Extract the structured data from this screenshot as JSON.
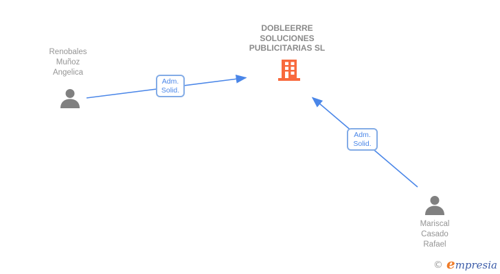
{
  "diagram": {
    "company": {
      "name": "DOBLEERRE SOLUCIONES PUBLICITARIAS SL",
      "name_lines": [
        "DOBLEERRE",
        "SOLUCIONES",
        "PUBLICITARIAS SL"
      ],
      "icon": "building-icon"
    },
    "persons": [
      {
        "name": "Renobales Muñoz Angelica",
        "name_lines": [
          "Renobales",
          "Muñoz",
          "Angelica"
        ],
        "icon": "person-icon"
      },
      {
        "name": "Mariscal Casado Rafael",
        "name_lines": [
          "Mariscal",
          "Casado",
          "Rafael"
        ],
        "icon": "person-icon"
      }
    ],
    "edges": [
      {
        "from": "Renobales Muñoz Angelica",
        "to": "DOBLEERRE SOLUCIONES PUBLICITARIAS SL",
        "label_lines": [
          "Adm.",
          "Solid."
        ]
      },
      {
        "from": "Mariscal Casado Rafael",
        "to": "DOBLEERRE SOLUCIONES PUBLICITARIAS SL",
        "label_lines": [
          "Adm.",
          "Solid."
        ]
      }
    ],
    "colors": {
      "edge_blue": "#4A86E8",
      "label_border": "#82ABE6",
      "label_text": "#4A86E8",
      "node_text_gray": "#949494",
      "title_gray": "#8A8A8A",
      "person_icon_gray": "#808080",
      "building_orange": "#F8693D"
    }
  },
  "watermark": {
    "copyright_symbol": "©",
    "brand_first_letter": "e",
    "brand_rest": "mpresia"
  }
}
